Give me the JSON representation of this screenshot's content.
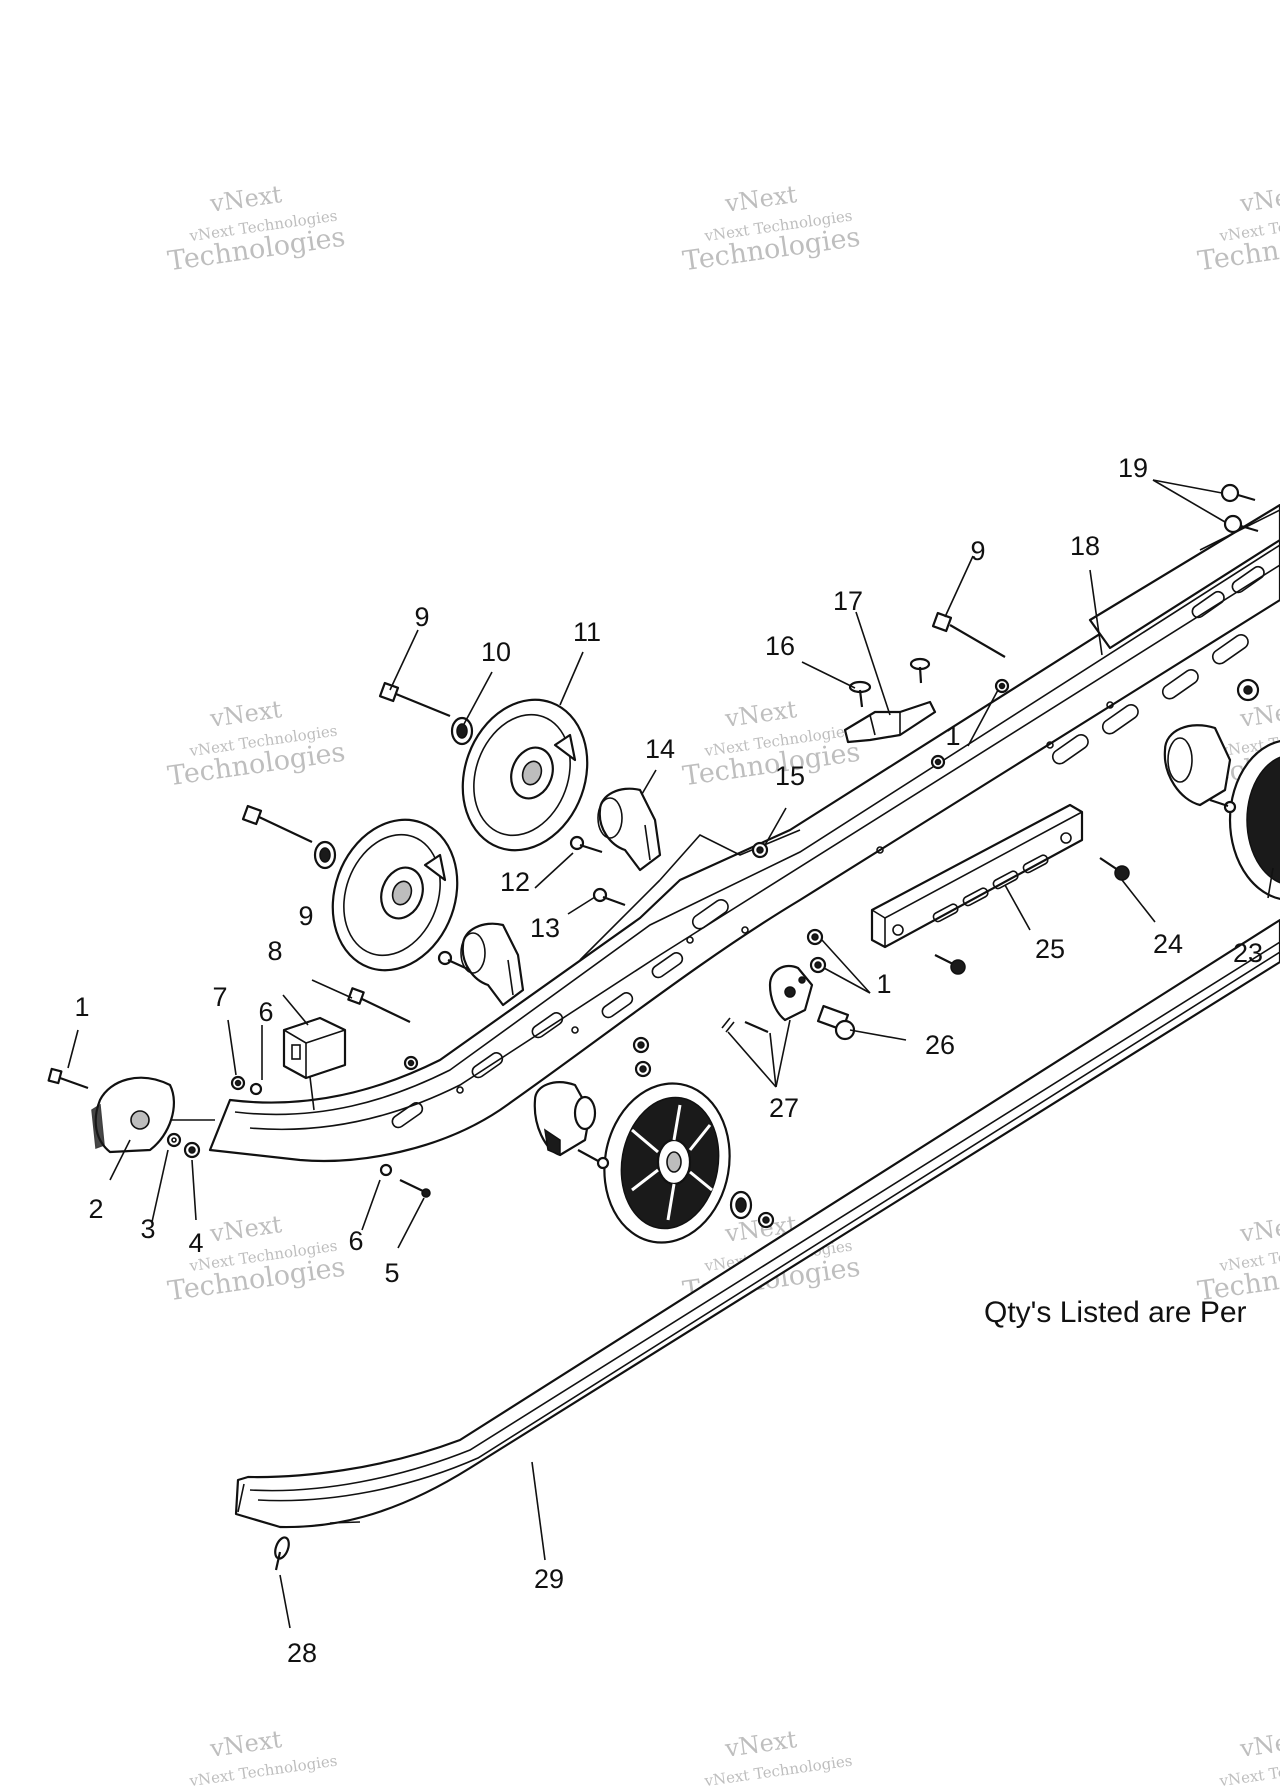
{
  "watermark": {
    "line1": "vNext",
    "line2": "vNext Technologies",
    "line3": "Technologies"
  },
  "note": "Qty's Listed are Per",
  "callouts": [
    {
      "id": "c1a",
      "text": "1"
    },
    {
      "id": "c2",
      "text": "2"
    },
    {
      "id": "c3",
      "text": "3"
    },
    {
      "id": "c4",
      "text": "4"
    },
    {
      "id": "c5",
      "text": "5"
    },
    {
      "id": "c6a",
      "text": "6"
    },
    {
      "id": "c6b",
      "text": "6"
    },
    {
      "id": "c7",
      "text": "7"
    },
    {
      "id": "c8",
      "text": "8"
    },
    {
      "id": "c9a",
      "text": "9"
    },
    {
      "id": "c9b",
      "text": "9"
    },
    {
      "id": "c9c",
      "text": "9"
    },
    {
      "id": "c10",
      "text": "10"
    },
    {
      "id": "c11",
      "text": "11"
    },
    {
      "id": "c12",
      "text": "12"
    },
    {
      "id": "c13",
      "text": "13"
    },
    {
      "id": "c14",
      "text": "14"
    },
    {
      "id": "c15",
      "text": "15"
    },
    {
      "id": "c16",
      "text": "16"
    },
    {
      "id": "c17",
      "text": "17"
    },
    {
      "id": "c18",
      "text": "18"
    },
    {
      "id": "c19",
      "text": "19"
    },
    {
      "id": "c1b",
      "text": "1"
    },
    {
      "id": "c1c",
      "text": "1"
    },
    {
      "id": "c23",
      "text": "23"
    },
    {
      "id": "c24",
      "text": "24"
    },
    {
      "id": "c25",
      "text": "25"
    },
    {
      "id": "c26",
      "text": "26"
    },
    {
      "id": "c27",
      "text": "27"
    },
    {
      "id": "c28",
      "text": "28"
    },
    {
      "id": "c29",
      "text": "29"
    }
  ]
}
